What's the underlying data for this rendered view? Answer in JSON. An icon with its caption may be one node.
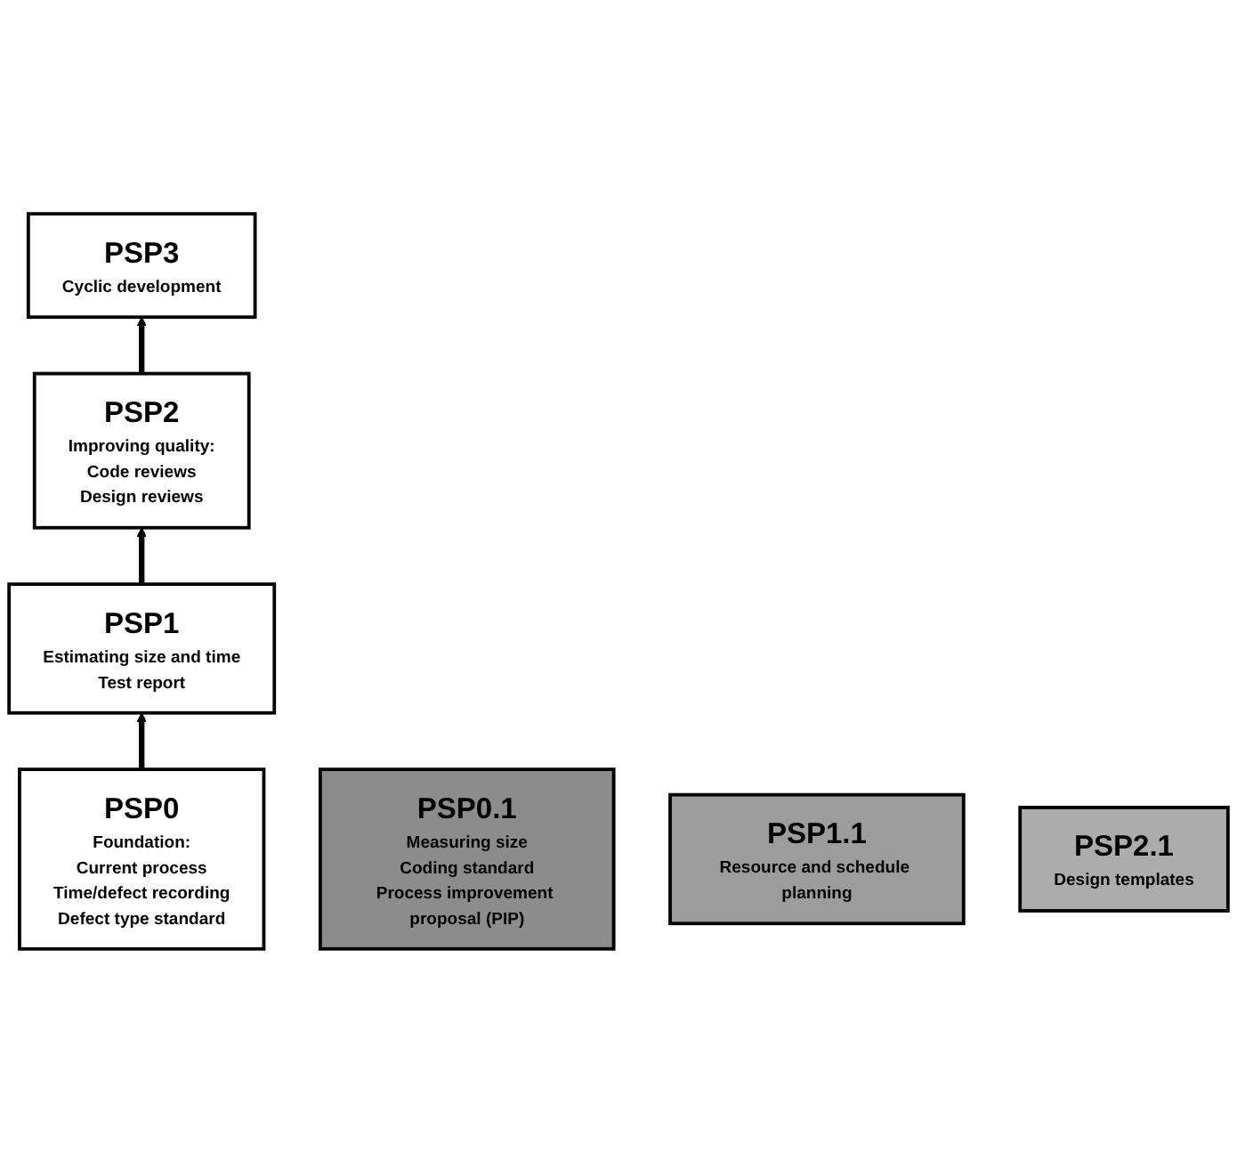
{
  "diagram": {
    "nodes": [
      {
        "text": [
          "PSP0",
          "Foundation:",
          "Current process",
          "Time/defect recording",
          "Defect type standard"
        ]
      },
      {
        "text": [
          "PSP0.1",
          "Measuring size",
          "Coding standard",
          "Process improvement proposal (PIP)"
        ]
      },
      {
        "text": [
          "PSP1",
          "Estimating size and time",
          "Test report"
        ]
      },
      {
        "text": [
          "PSP1.1",
          "Resource and schedule planning"
        ]
      },
      {
        "text": [
          "PSP2",
          "Improving quality:",
          "Code reviews",
          "Design reviews"
        ]
      },
      {
        "text": [
          "PSP2.1",
          "Design templates"
        ]
      },
      {
        "text": [
          "PSP3",
          "Cyclic development"
        ]
      }
    ],
    "edges": [
      {
        "from": 0,
        "to": 2,
        "arrow": "to"
      },
      {
        "from": 2,
        "to": 4,
        "arrow": "to"
      },
      {
        "from": 4,
        "to": 6,
        "arrow": "to"
      }
    ]
  }
}
